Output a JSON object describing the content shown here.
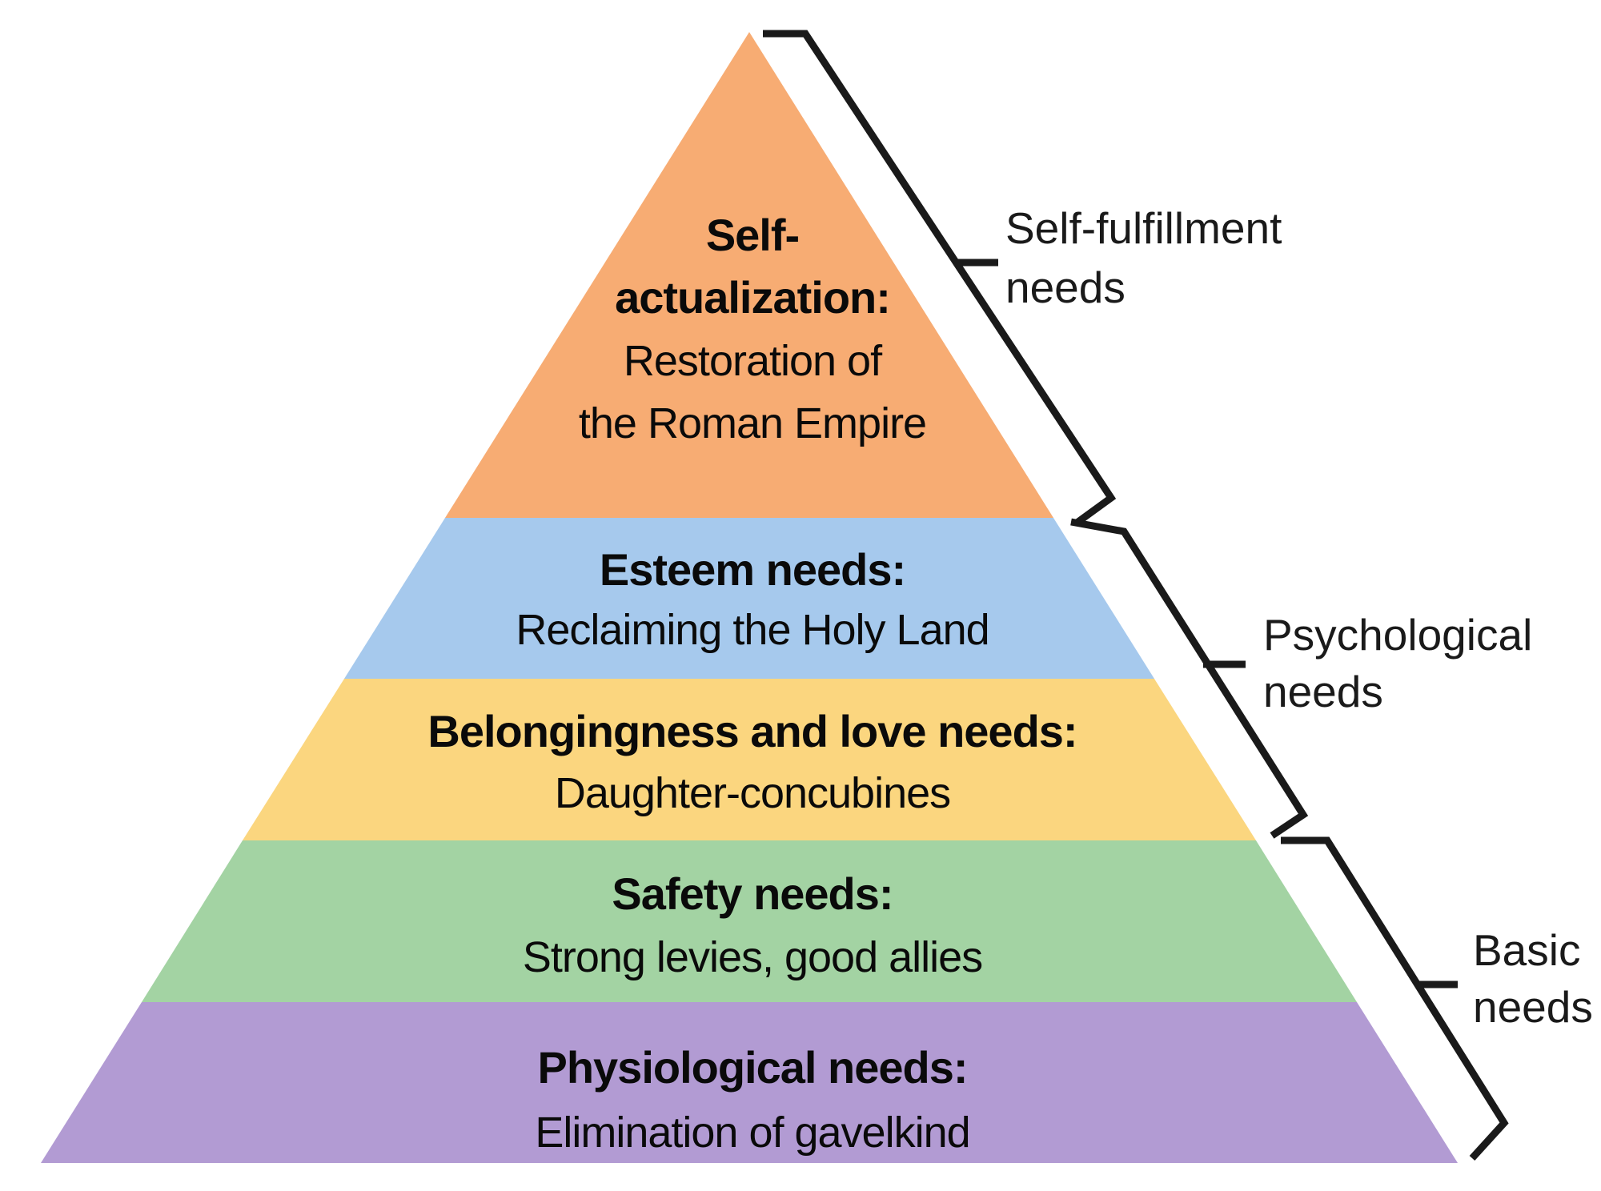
{
  "diagram": {
    "type": "pyramid-hierarchy",
    "background": "#ffffff",
    "line_color": "#1a1a1a",
    "levels": [
      {
        "name": "self-actualization",
        "color": "#F7AC73",
        "line1": "Self-",
        "line2": "actualization:",
        "line3": "Restoration of",
        "line4": "the Roman Empire"
      },
      {
        "name": "esteem",
        "color": "#A6C9ED",
        "line1": "Esteem needs:",
        "line2": "Reclaiming the Holy Land"
      },
      {
        "name": "belongingness-and-love",
        "color": "#FBD67F",
        "line1": "Belongingness and love needs:",
        "line2": "Daughter-concubines"
      },
      {
        "name": "safety",
        "color": "#A3D3A3",
        "line1": "Safety needs:",
        "line2": "Strong levies, good allies"
      },
      {
        "name": "physiological",
        "color": "#B29BD3",
        "line1": "Physiological needs:",
        "line2": "Elimination of gavelkind"
      }
    ],
    "side_labels": [
      {
        "name": "self-fulfillment-needs",
        "line1": "Self-fulfillment",
        "line2": "needs"
      },
      {
        "name": "psychological-needs",
        "line1": "Psychological",
        "line2": "needs"
      },
      {
        "name": "basic-needs",
        "line1": "Basic",
        "line2": "needs"
      }
    ]
  }
}
